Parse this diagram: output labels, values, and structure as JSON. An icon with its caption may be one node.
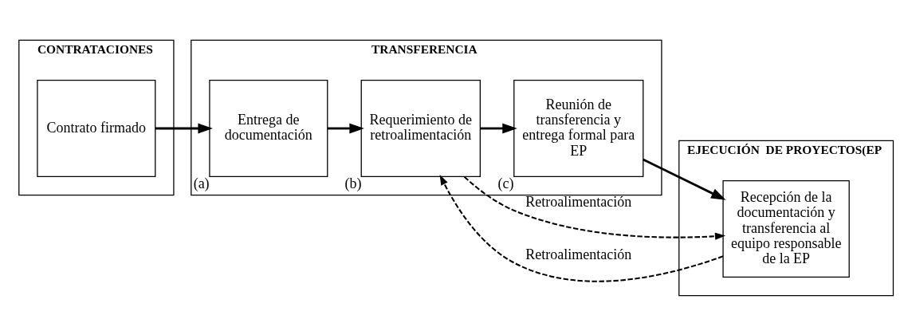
{
  "diagram": {
    "nodes": [
      {
        "text": [
          "CONTRATACIONES"
        ]
      },
      {
        "text": [
          "TRANSFERENCIA"
        ]
      },
      {
        "text": [
          "EJECUCIÓN  DE PROYECTOS(EP"
        ]
      },
      {
        "text": [
          "Contrato firmado"
        ],
        "in": 0
      },
      {
        "text": [
          "Entrega de documentación"
        ],
        "in": 1,
        "beside": [
          "(a)"
        ]
      },
      {
        "text": [
          "Requerimiento de retroalimentación"
        ],
        "in": 1,
        "beside": [
          "(b)"
        ]
      },
      {
        "text": [
          "Reunión de transferencia y entrega formal para EP"
        ],
        "in": 1,
        "beside": [
          "(c)"
        ]
      },
      {
        "text": [
          "Recepción de la documentación y transferencia al equipo responsable de la EP"
        ],
        "in": 2
      }
    ],
    "edges": [
      {
        "from": 3,
        "to": 4,
        "arrow": "to"
      },
      {
        "from": 4,
        "to": 5,
        "arrow": "to"
      },
      {
        "from": 5,
        "to": 6,
        "arrow": "to"
      },
      {
        "from": 6,
        "to": 7,
        "arrow": "to"
      },
      {
        "from": 5,
        "to": 7,
        "arrow": "to",
        "label": "Retroalimentación",
        "style": "dashed"
      },
      {
        "from": 7,
        "to": 5,
        "arrow": "to",
        "label": "Retroalimentación",
        "style": "dashed"
      }
    ]
  }
}
